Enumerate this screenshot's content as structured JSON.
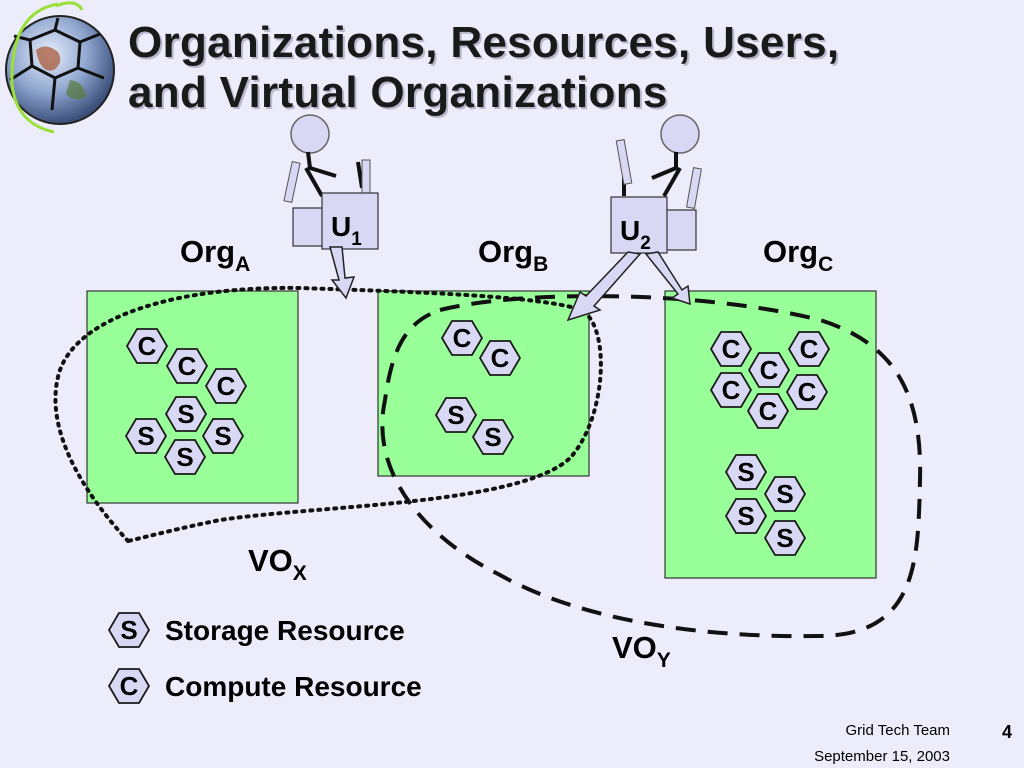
{
  "title": {
    "line1": "Organizations, Resources, Users,",
    "line2": "and Virtual Organizations"
  },
  "orgs": [
    {
      "label": "Org",
      "sub": "A"
    },
    {
      "label": "Org",
      "sub": "B"
    },
    {
      "label": "Org",
      "sub": "C"
    }
  ],
  "users": [
    {
      "label": "U",
      "sub": "1"
    },
    {
      "label": "U",
      "sub": "2"
    }
  ],
  "vos": [
    {
      "label": "VO",
      "sub": "X"
    },
    {
      "label": "VO",
      "sub": "Y"
    }
  ],
  "resource_letters": {
    "storage": "S",
    "compute": "C"
  },
  "legend": [
    {
      "symbol": "S",
      "label": "Storage Resource"
    },
    {
      "symbol": "C",
      "label": "Compute Resource"
    }
  ],
  "footer": {
    "team": "Grid Tech Team",
    "date": "September 15, 2003",
    "page": "4"
  },
  "colors": {
    "background": "#ececfb",
    "org_box": "#99ff99",
    "resource_hex": "#d8d8f4",
    "user_figure": "#d8d8f4"
  }
}
